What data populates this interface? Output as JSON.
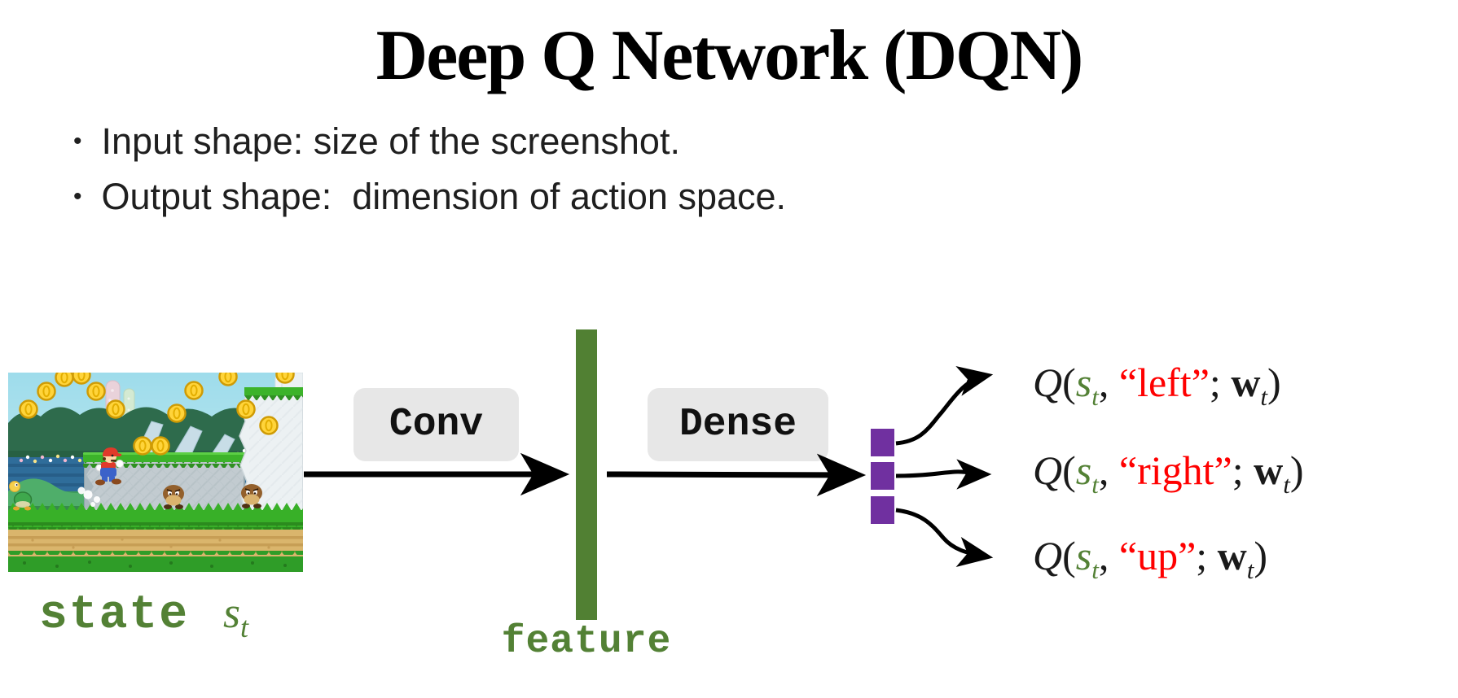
{
  "slide": {
    "title": "Deep Q Network (DQN)",
    "bullet_marker": "•",
    "bullets": [
      "Input shape: size of the screenshot.",
      "Output shape:  dimension of action space."
    ]
  },
  "diagram": {
    "conv_label": "Conv",
    "dense_label": "Dense",
    "feature_label": "feature",
    "state": {
      "keyword": "state",
      "symbol": "s",
      "subscript": "t"
    },
    "q_syntax": {
      "function": "Q",
      "lparen": "(",
      "state_symbol": "s",
      "subscript": "t",
      "comma": ", ",
      "open_quote": "“",
      "close_quote": "”",
      "semicolon": "; ",
      "weight_symbol": "w",
      "rparen": ")"
    },
    "q_outputs": [
      {
        "action": "left"
      },
      {
        "action": "right"
      },
      {
        "action": "up"
      }
    ]
  },
  "game_screenshot": {
    "name": "super-mario-run-level",
    "elements": [
      "coins",
      "mario",
      "goomba",
      "goomba",
      "koopa",
      "stone-platform",
      "white-cliff",
      "trees",
      "water",
      "grass-ground"
    ]
  },
  "colors": {
    "accent_green_text": "#538135",
    "feature_bar_green": "#518033",
    "output_node_purple": "#7030a0",
    "action_red": "#ff0000",
    "layer_box_gray": "#e7e7e7",
    "text_black": "#1a1a1a"
  }
}
